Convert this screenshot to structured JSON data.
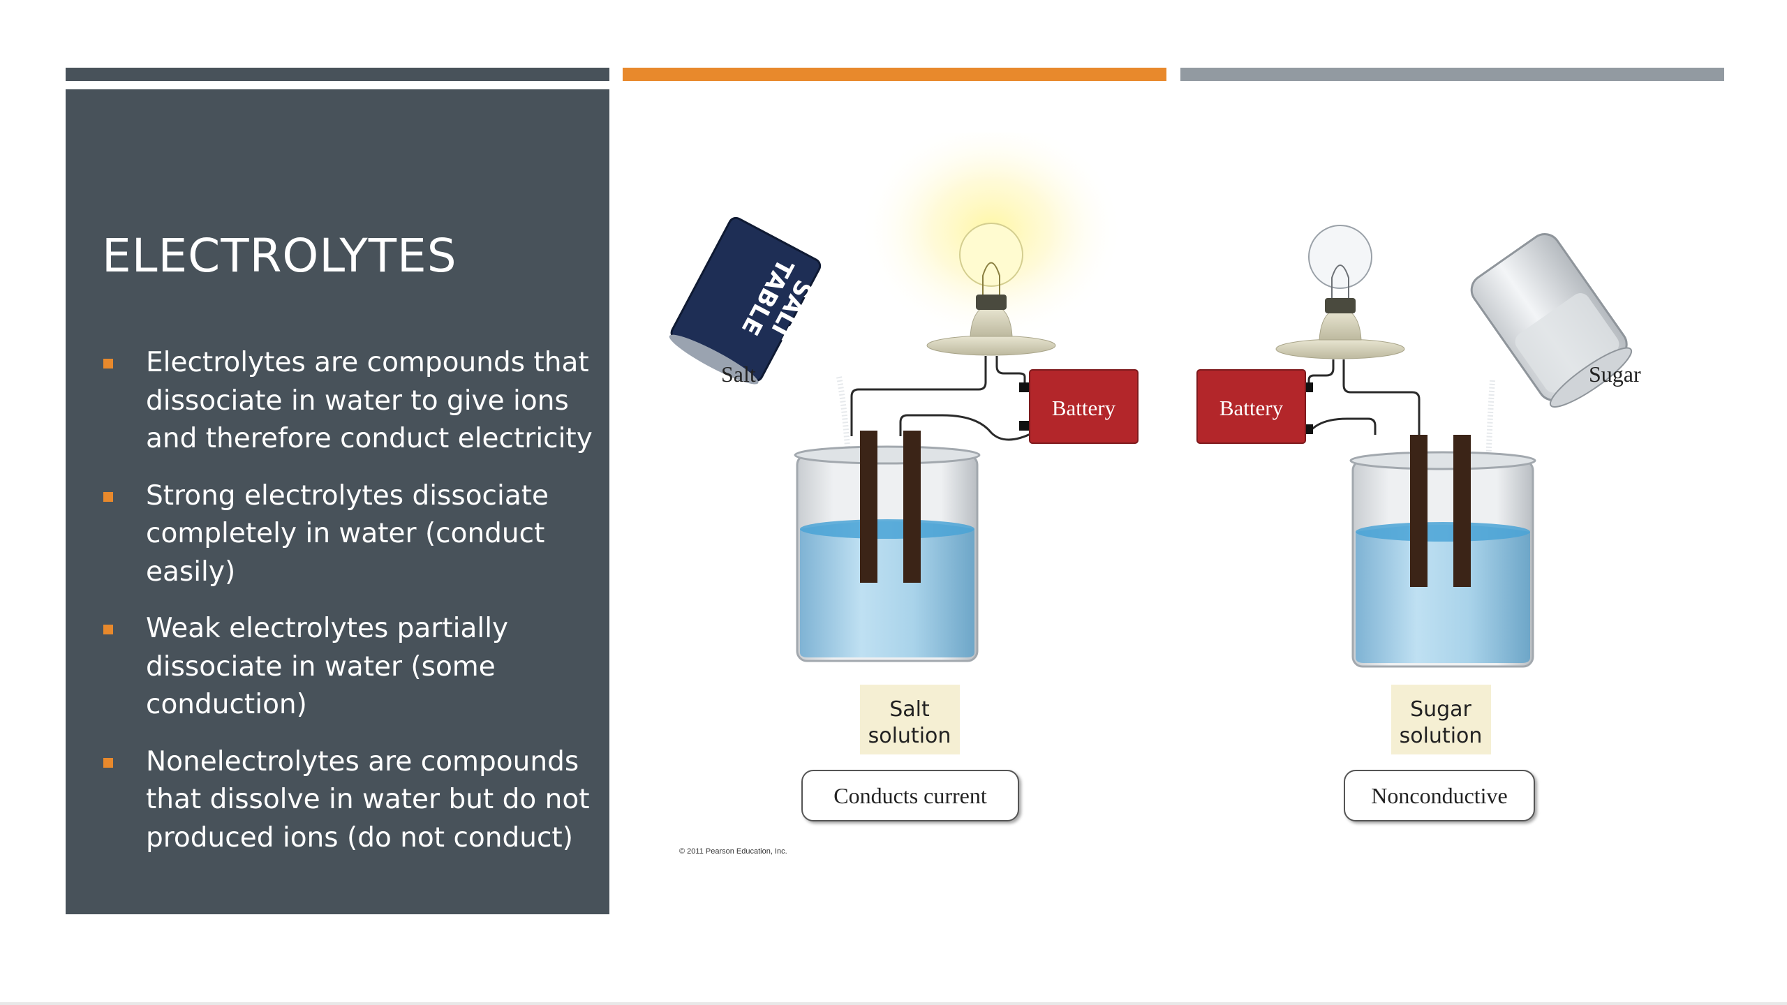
{
  "slide": {
    "title": "ELECTROLYTES",
    "bullets": [
      "Electrolytes are compounds that dissociate in water to give ions and therefore conduct electricity",
      "Strong electrolytes dissociate completely in water (conduct easily)",
      "Weak electrolytes partially dissociate in water (some conduction)",
      "Nonelectrolytes are compounds that dissolve in water but do not produced ions (do not conduct)"
    ],
    "colors": {
      "panel": "#48525a",
      "accent": "#e8892c",
      "gray": "#929aa1"
    }
  },
  "figure": {
    "left": {
      "solute_label": "Salt",
      "can_text_1": "TABLE",
      "can_text_2": "SALT",
      "battery_label": "Battery",
      "solution_line1": "Salt",
      "solution_line2": "solution",
      "result": "Conducts current",
      "bulb_state": "lit"
    },
    "right": {
      "solute_label": "Sugar",
      "battery_label": "Battery",
      "solution_line1": "Sugar",
      "solution_line2": "solution",
      "result": "Nonconductive",
      "bulb_state": "off"
    },
    "copyright": "© 2011 Pearson Education, Inc."
  }
}
